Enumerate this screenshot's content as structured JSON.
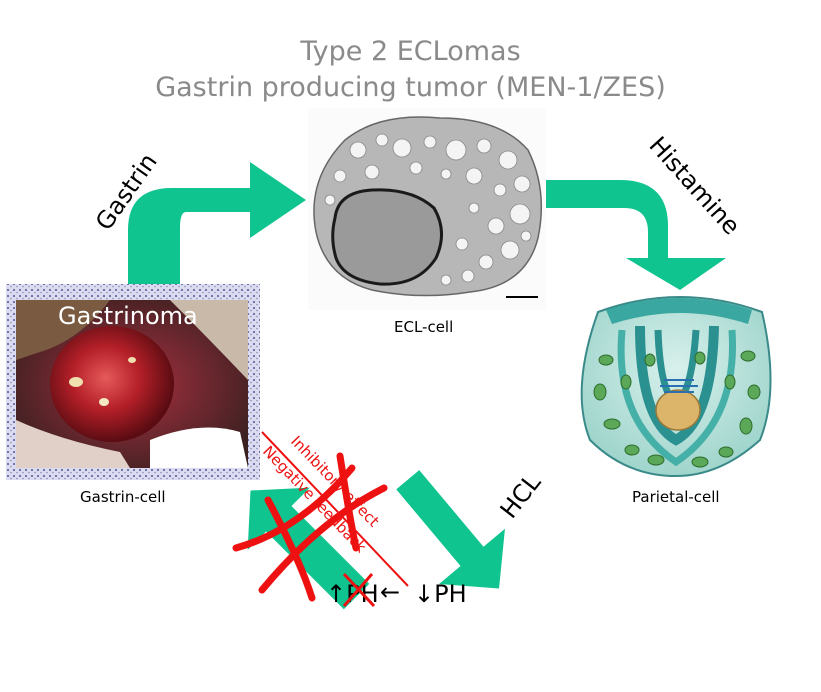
{
  "title": {
    "line1": "Type 2 ECLomas",
    "line2": "Gastrin producing tumor (MEN-1/ZES)"
  },
  "labels": {
    "gastrin_arrow": "Gastrin",
    "histamine_arrow": "Histamine",
    "hcl_arrow": "HCL",
    "gastrinoma": "Gastrinoma",
    "ecl_cell": "ECL-cell",
    "gastrin_cell": "Gastrin-cell",
    "parietal_cell": "Parietal-cell",
    "inhibitory_effect": "Inhibitory effect",
    "negative_feedback": "Negative feedback",
    "ph_up": "↑PH",
    "ph_arrow": "←",
    "ph_down": "↓PH"
  },
  "colors": {
    "arrow": "#0fc48f",
    "title": "#8a8a8a",
    "cross": "#ee1111"
  }
}
